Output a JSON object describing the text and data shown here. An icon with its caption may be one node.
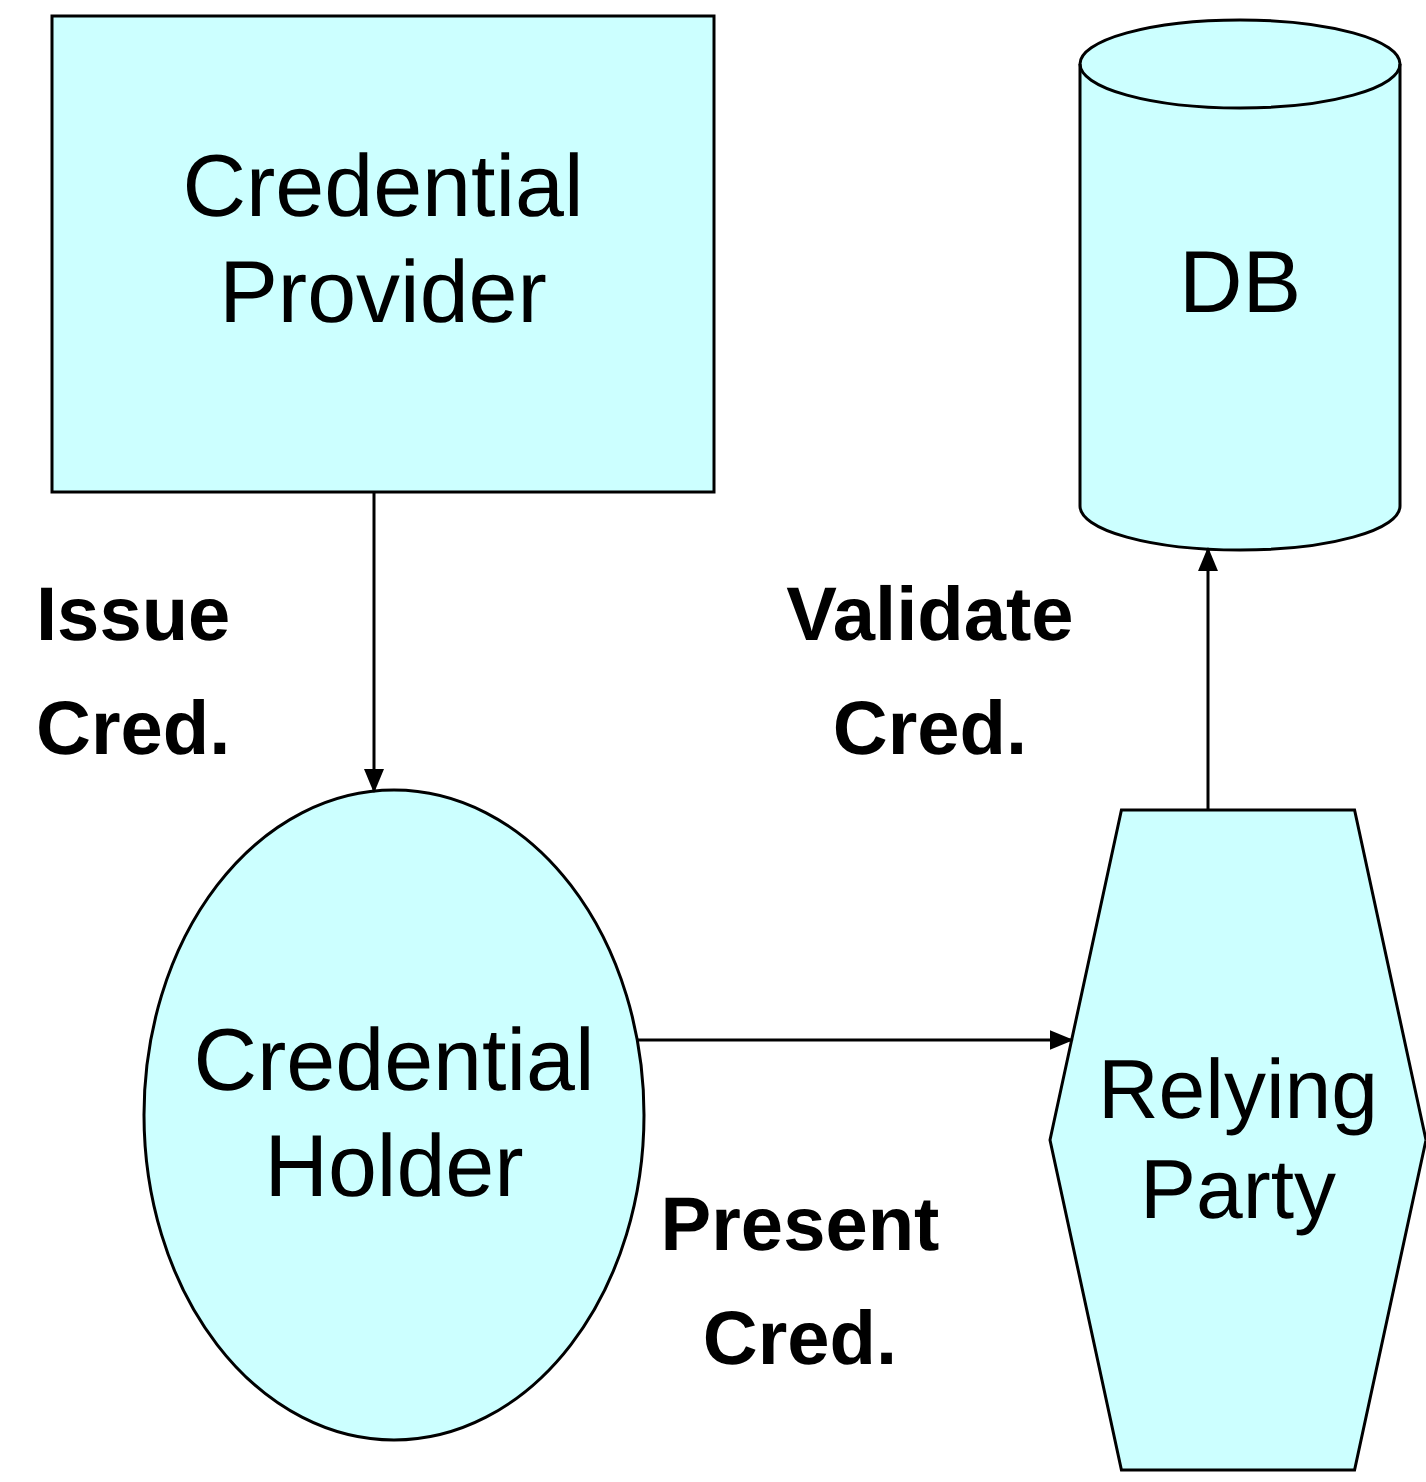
{
  "diagram": {
    "nodes": [
      {
        "text": [
          "Credential Provider"
        ]
      },
      {
        "text": [
          "DB"
        ]
      },
      {
        "text": [
          "Credential Holder"
        ]
      },
      {
        "text": [
          "Relying Party"
        ]
      }
    ],
    "edges": [
      {
        "from": 0,
        "to": 2,
        "arrow": "to",
        "label": "Issue Cred."
      },
      {
        "from": 2,
        "to": 3,
        "arrow": "to",
        "label": "Present Cred."
      },
      {
        "from": 3,
        "to": 1,
        "arrow": "to",
        "label": "Validate Cred."
      }
    ]
  }
}
